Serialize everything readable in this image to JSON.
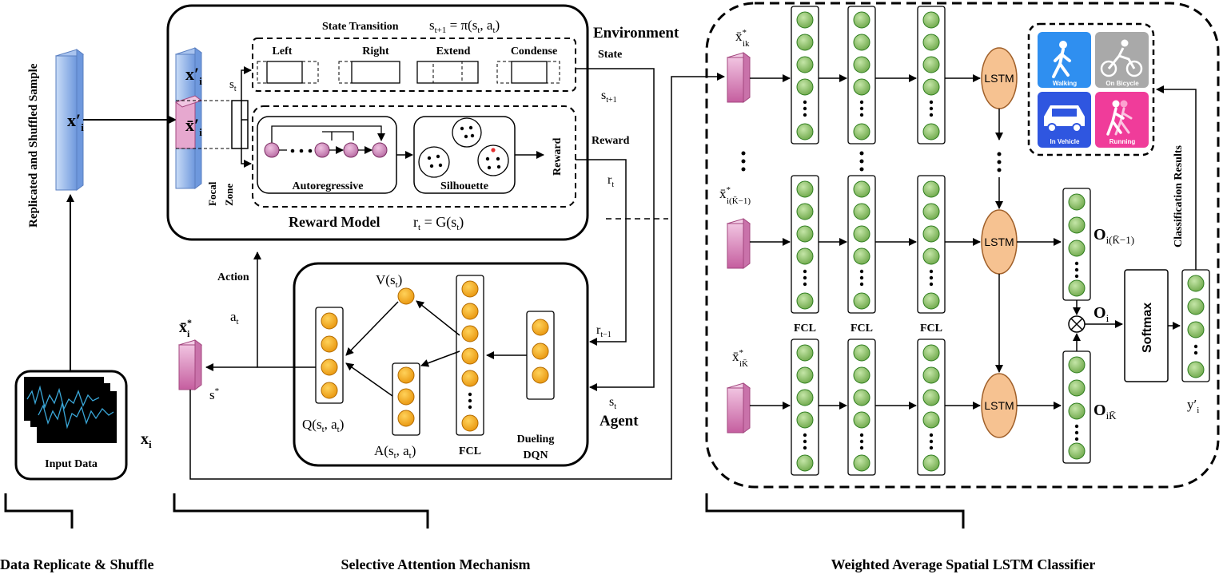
{
  "labels": {
    "replicated_sample": "Replicated and Shuffled Sample",
    "x_prime": "x′",
    "x_prime_sub": "i",
    "xbar_prime": "x̄′",
    "xbar_prime_sub": "i",
    "input_data": "Input Data",
    "x_i": "x",
    "x_i_sub": "i",
    "focal_zone_1": "Focal",
    "focal_zone_2": "Zone",
    "s_t": "s",
    "t_sub": "t",
    "state_transition": "State Transition",
    "state_transition_formula": "s",
    "state_transition_formula_sub": "t+1",
    "state_transition_formula_rest": " = π(s",
    "state_transition_formula_sub2": "t",
    "state_transition_formula_end": ", a",
    "state_transition_formula_sub3": "t",
    "state_transition_formula_close": ")",
    "actions": [
      "Left",
      "Right",
      "Extend",
      "Condense"
    ],
    "autoregressive": "Autoregressive",
    "silhouette": "Silhouette",
    "reward_vertical": "Reward",
    "reward_model": "Reward Model",
    "reward_formula": "r",
    "reward_formula_sub": "t",
    "reward_formula_rest": " = G(s",
    "reward_formula_sub2": "t",
    "reward_formula_close": ")",
    "environment": "Environment",
    "state": "State",
    "s_t1": "s",
    "s_t1_sub": "t+1",
    "reward": "Reward",
    "r_t": "r",
    "r_t_sub": "t",
    "action": "Action",
    "a_t": "a",
    "a_t_sub": "t",
    "xbar_star": "x̄",
    "xbar_star_sup": "*",
    "xbar_star_sub": "i",
    "s_star": "s",
    "s_star_sup": "*",
    "v_st": "V(s",
    "v_st_sub": "t",
    "v_st_close": ")",
    "q_st": "Q(s",
    "q_st_sub": "t",
    "q_st_mid": ", a",
    "q_st_sub2": "t",
    "q_st_close": ")",
    "a_st": "A(s",
    "a_st_sub": "t",
    "a_st_mid": ", a",
    "a_st_sub2": "t",
    "a_st_close": ")",
    "fcl": "FCL",
    "dueling_1": "Dueling",
    "dueling_2": "DQN",
    "r_t1": "r",
    "r_t1_sub": "t−1",
    "s_t_agent": "s",
    "s_t_agent_sub": "t",
    "agent": "Agent",
    "xbar_ik": "x̄",
    "xbar_ik_sup": "*",
    "xbar_ik_sub": "ik",
    "xbar_ik1": "x̄",
    "xbar_ik1_sup": "*",
    "xbar_ik1_sub": "i(K̄−1)",
    "xbar_ikbar": "x̄",
    "xbar_ikbar_sup": "*",
    "xbar_ikbar_sub": "iK̄",
    "lstm": "LSTM",
    "o_ik1": "O",
    "o_ik1_sub": "i(K̄−1)",
    "o_i": "O",
    "o_i_sub": "i",
    "o_ikbar": "O",
    "o_ikbar_sub": "iK̄",
    "softmax": "Softmax",
    "classification_results": "Classification Results",
    "y_prime": "y′",
    "y_prime_sub": "i",
    "activities": [
      "Walking",
      "On Bicycle",
      "In Vehicle",
      "Running"
    ],
    "dots": "•",
    "sec_data_replicate": "Data Replicate & Shuffle",
    "sec_selective_attention": "Selective Attention Mechanism",
    "sec_weighted_lstm": "Weighted Average Spatial LSTM Classifier"
  },
  "colors": {
    "green_node": "#8fc36a",
    "green_node_stroke": "#2e7d1e",
    "orange_node": "#f5ae1c",
    "orange_node_stroke": "#b36b00",
    "lstm_fill": "#f6c291",
    "pink_node": "#d893c0",
    "pink_node_stroke": "#7a2d62",
    "blue_sample": "#8fb0e6",
    "pink_cube": "#e6a0cc",
    "walking": "#2f8ff0",
    "bicycle": "#a9a9a9",
    "vehicle": "#2f56e0",
    "running": "#f03c9a"
  }
}
